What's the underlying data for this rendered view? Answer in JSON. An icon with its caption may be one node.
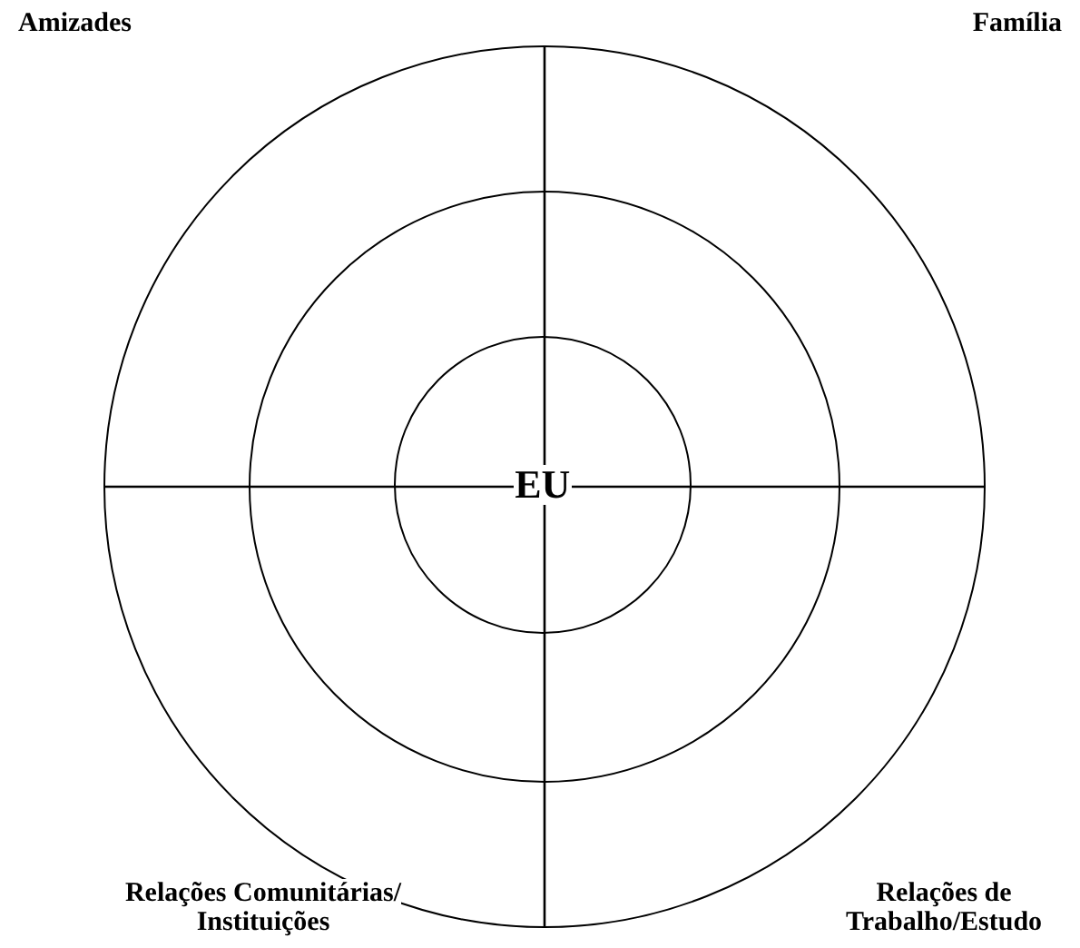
{
  "diagram": {
    "nodes": [
      {
        "text": [],
        "shape": "circle"
      },
      {
        "text": [],
        "shape": "circle",
        "in": 0
      },
      {
        "text": [
          "EU"
        ],
        "in": 1
      }
    ],
    "labels": [
      "Amizades",
      "Família",
      "Relações Comunitárias/ Instituições",
      "Relações de Trabalho/Estudo"
    ]
  }
}
